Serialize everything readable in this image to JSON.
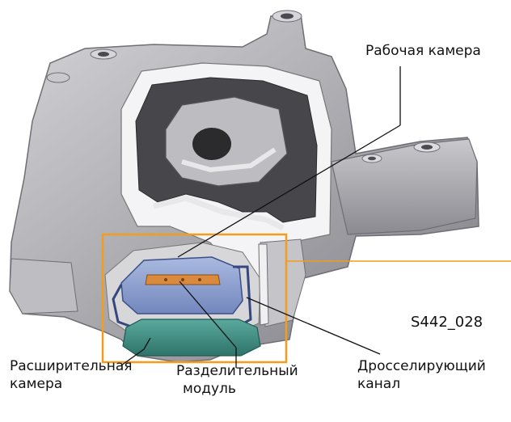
{
  "figure": {
    "code": "S442_028",
    "labels": {
      "working_chamber": "Рабочая камера",
      "expansion_chamber_line1": "Расширительная",
      "expansion_chamber_line2": "камера",
      "separation_module_line1": "Разделительный",
      "separation_module_line2": "модуль",
      "throttle_channel_line1": "Дросселирующий",
      "throttle_channel_line2": "канал"
    },
    "colors": {
      "highlight_frame": "#f39c1e",
      "casting": "#a8a8ad",
      "rubber": "#3d3d40",
      "chamber_blue": "#8fa2cf",
      "module_orange": "#d98a3c",
      "bellow_teal": "#3f9086"
    }
  }
}
